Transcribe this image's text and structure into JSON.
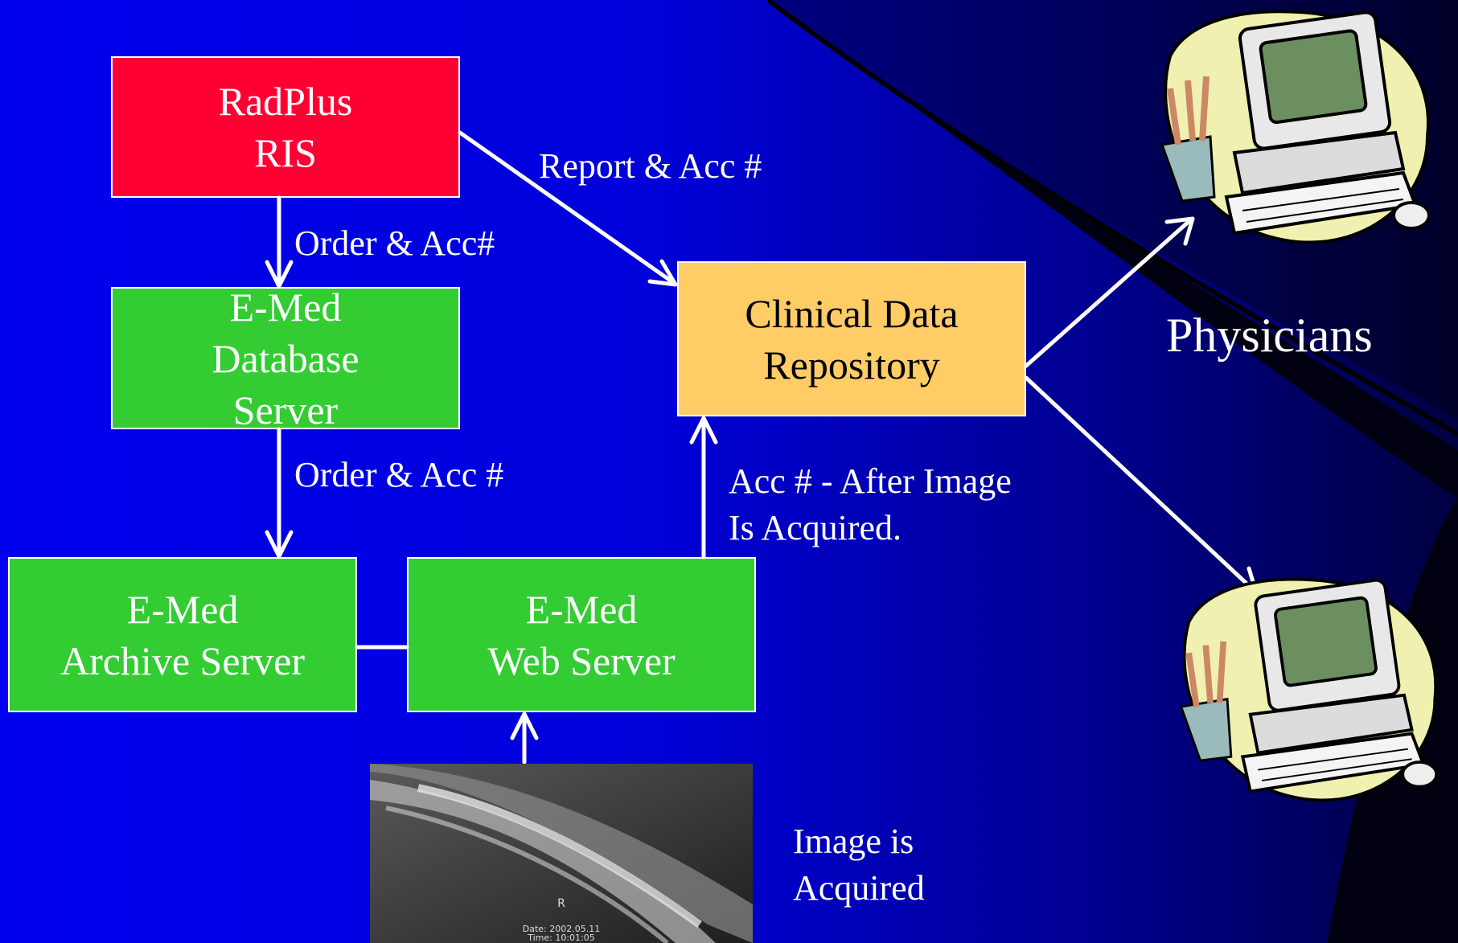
{
  "nodes": {
    "ris": {
      "lines": [
        "RadPlus",
        "RIS"
      ],
      "color": "#ff0033"
    },
    "db_server": {
      "lines": [
        "E-Med",
        "Database",
        "Server"
      ],
      "color": "#33cc33"
    },
    "archive_server": {
      "lines": [
        "E-Med",
        "Archive Server"
      ],
      "color": "#33cc33"
    },
    "web_server": {
      "lines": [
        "E-Med",
        "Web Server"
      ],
      "color": "#33cc33"
    },
    "cdr": {
      "lines": [
        "Clinical Data",
        "Repository"
      ],
      "color": "#ffcc66"
    }
  },
  "edge_labels": {
    "report": "Report & Acc #",
    "order1": "Order & Acc#",
    "order2": "Order & Acc #",
    "acc_after": [
      "Acc # - After Image",
      "Is Acquired."
    ],
    "image_acquired": [
      "Image is",
      "Acquired"
    ]
  },
  "physicians": "Physicians",
  "xray_caption": {
    "date": "Date: 2002.05.11",
    "time": "Time: 10:01:05",
    "marker": "R"
  },
  "icons": [
    "computer-icon",
    "computer-icon"
  ],
  "colors": {
    "background": "#0000e0",
    "arrow": "#ffffff"
  }
}
